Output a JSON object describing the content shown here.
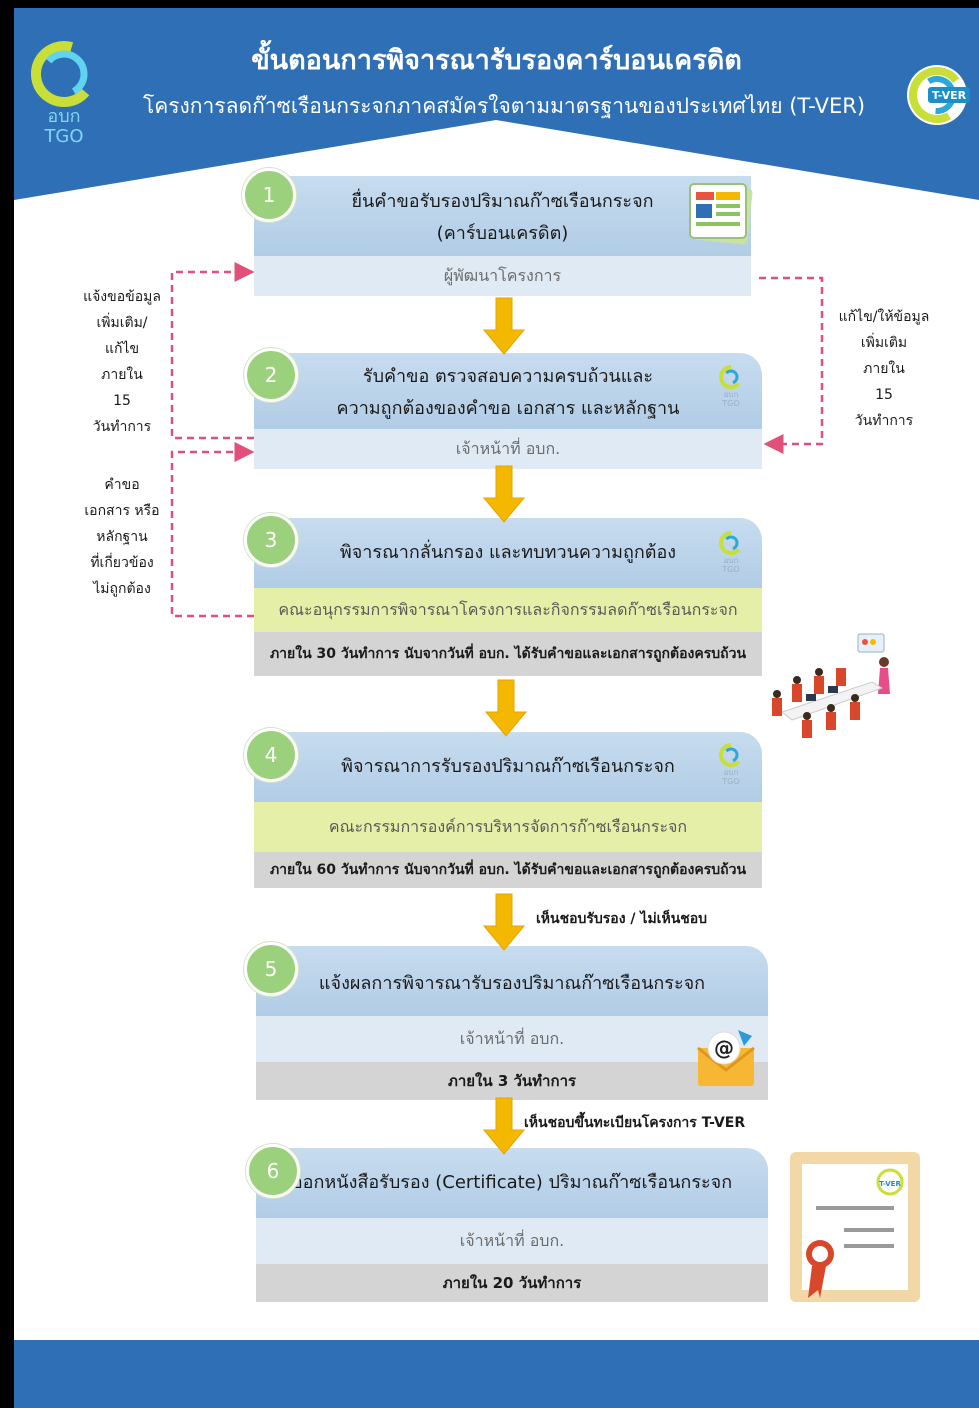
{
  "header": {
    "title": "ขั้นตอนการพิจารณารับรองคาร์บอนเครดิต",
    "subtitle": "โครงการลดก๊าซเรือนกระจกภาคสมัครใจตามมาตรฐานของประเทศไทย (T-VER)",
    "tgo_logo_text": "อบก TGO",
    "tver_logo_text": "T-VER"
  },
  "colors": {
    "header_blue": "#2e6fb5",
    "step_number_green": "#9bd17c",
    "arrow_yellow": "#f5b800",
    "dashed_pink": "#e0507a"
  },
  "steps": [
    {
      "number": "1",
      "title_line1": "ยื่นคำขอรับรองปริมาณก๊าซเรือนกระจก",
      "title_line2": "(คาร์บอนเครดิต)",
      "actor": "ผู้พัฒนาโครงการ",
      "icon": "document-icon"
    },
    {
      "number": "2",
      "title_line1": "รับคำขอ ตรวจสอบความครบถ้วนและ",
      "title_line2": "ความถูกต้องของคำขอ เอกสาร และหลักฐาน",
      "actor": "เจ้าหน้าที่ อบก.",
      "icon": "tgo-logo-icon"
    },
    {
      "number": "3",
      "title_line1": "พิจารณากลั่นกรอง และทบทวนความถูกต้อง",
      "actor": "คณะอนุกรรมการพิจารณาโครงการและกิจกรรมลดก๊าซเรือนกระจก",
      "timeline": "ภายใน 30 วันทำการ นับจากวันที่ อบก. ได้รับคำขอและเอกสารถูกต้องครบถ้วน",
      "icon": "tgo-logo-icon"
    },
    {
      "number": "4",
      "title_line1": "พิจารณาการรับรองปริมาณก๊าซเรือนกระจก",
      "actor": "คณะกรรมการองค์การบริหารจัดการก๊าซเรือนกระจก",
      "timeline": "ภายใน 60 วันทำการ นับจากวันที่ อบก. ได้รับคำขอและเอกสารถูกต้องครบถ้วน",
      "icon": "tgo-logo-icon"
    },
    {
      "number": "5",
      "title_line1": "แจ้งผลการพิจารณารับรองปริมาณก๊าซเรือนกระจก",
      "actor": "เจ้าหน้าที่ อบก.",
      "timeline": "ภายใน 3 วันทำการ",
      "icon": "email-icon"
    },
    {
      "number": "6",
      "title_line1": "ออกหนังสือรับรอง (Certificate) ปริมาณก๊าซเรือนกระจก",
      "actor": "เจ้าหน้าที่ อบก.",
      "timeline": "ภายใน 20 วันทำการ",
      "icon": "certificate-icon"
    }
  ],
  "side_notes": {
    "left_top": [
      "แจ้งขอข้อมูล",
      "เพิ่มเติม/",
      "แก้ไข",
      "ภายใน",
      "15",
      "วันทำการ"
    ],
    "right_top": [
      "แก้ไข/ให้ข้อมูล",
      "เพิ่มเติม",
      "ภายใน",
      "15",
      "วันทำการ"
    ],
    "left_mid": [
      "คำขอ",
      "เอกสาร หรือ",
      "หลักฐาน",
      "ที่เกี่ยวข้อง",
      "ไม่ถูกต้อง"
    ]
  },
  "arrow_notes": {
    "after_step4": "เห็นชอบรับรอง / ไม่เห็นชอบ",
    "after_step5": "เห็นชอบขึ้นทะเบียนโครงการ T-VER"
  }
}
